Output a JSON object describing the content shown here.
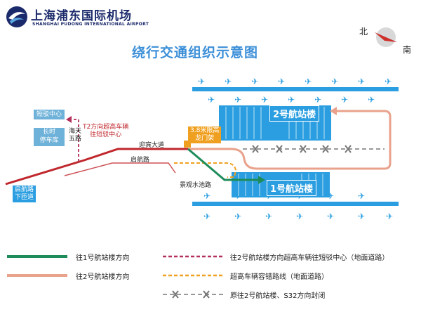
{
  "header": {
    "airport_name_cn": "上海浦东国际机场",
    "airport_name_en": "SHANGHAI PUDONG INTERNATIONAL AIRPORT",
    "title": "绕行交通组织示意图"
  },
  "compass": {
    "north": "北",
    "south": "南"
  },
  "map": {
    "terminal_2": "2号航站楼",
    "terminal_1": "1号航站楼",
    "short_parking": "短驳中心",
    "long_parking": "长时\n停车库",
    "haitian_road": "海天\n五路",
    "t2_note": "T2方向超高车辆\n往短驳中心",
    "height_limit": "3.8米限高\n龙门架",
    "yingbin_avenue": "迎宾大道",
    "qihang_road": "启航路",
    "jingguan_road": "景观水池路",
    "qihang_exit": "启航路\n下匝道"
  },
  "legend": {
    "to_t1": "往1号航站楼方向",
    "to_t2": "往2号航站楼方向",
    "to_t2_oversize": "往2号航站楼方向超高车辆往短驳中心（地面道路）",
    "oversize_route": "超高车辆容错路线（地面道路）",
    "closed": "原往2号航站楼、S32方向封闭"
  },
  "colors": {
    "green": "#1e8c5a",
    "salmon": "#e9a28c",
    "red": "#c0272d",
    "dash_red": "#b2305a",
    "orange": "#f0a020",
    "gray": "#8c8c8c",
    "terminal": "#2a9ee0",
    "title": "#3c8fd8"
  }
}
